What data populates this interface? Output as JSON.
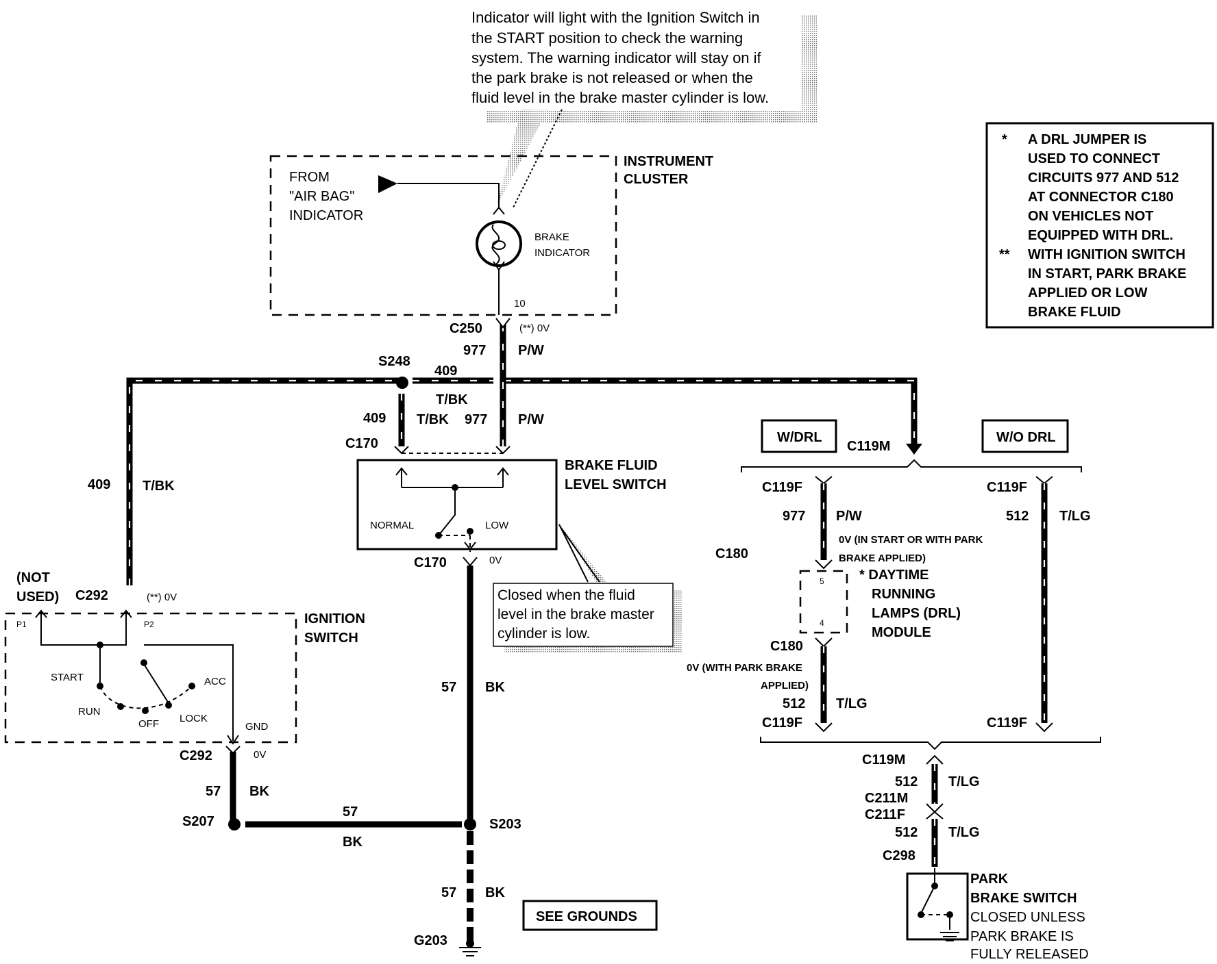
{
  "callouts": {
    "top": [
      "Indicator will light with the Ignition Switch in",
      "the START position to check the warning",
      "system. The warning indicator will stay on if",
      "the park brake is not released or when the",
      "fluid level in the brake master cylinder is low."
    ],
    "fluid": [
      "Closed when the fluid",
      "level in the brake master",
      "cylinder is low."
    ]
  },
  "legend": {
    "star1": "*",
    "note1": [
      "A DRL JUMPER IS",
      "USED TO CONNECT",
      "CIRCUITS 977 AND 512",
      "AT CONNECTOR C180",
      "ON VEHICLES NOT",
      "EQUIPPED WITH DRL."
    ],
    "star2": "**",
    "note2": [
      "WITH IGNITION SWITCH",
      "IN START, PARK BRAKE",
      "APPLIED OR LOW",
      "BRAKE FLUID"
    ]
  },
  "cluster": {
    "title": [
      "INSTRUMENT",
      "CLUSTER"
    ],
    "from": [
      "FROM",
      "\"AIR BAG\"",
      "INDICATOR"
    ],
    "indicator": [
      "BRAKE",
      "INDICATOR"
    ],
    "pin": "10"
  },
  "connectors": {
    "c250": "C250",
    "c250_v": "(**) 0V",
    "c977_top": "977",
    "pw_top": "P/W",
    "s248": "S248",
    "c409_h": "409",
    "tbk_h": "T/BK",
    "c409_v": "409",
    "tbk_v": "T/BK",
    "c977_mid": "977",
    "pw_mid": "P/W",
    "c170_top": "C170",
    "c409_left": "409",
    "tbk_left": "T/BK",
    "not_used": [
      "(NOT",
      "USED)"
    ],
    "c292_top": "C292",
    "c292_v": "(**) 0V",
    "c170_bot": "C170",
    "c170_v": "0V",
    "c57_a": "57",
    "bk_a": "BK",
    "c292_bot": "C292",
    "c292_bot_v": "0V",
    "c57_b": "57",
    "bk_b": "BK",
    "s207": "S207",
    "c57_h": "57",
    "bk_h": "BK",
    "s203": "S203",
    "c57_c": "57",
    "bk_c": "BK",
    "g203": "G203",
    "see_grounds": "SEE GROUNDS"
  },
  "fluid_switch": {
    "title": [
      "BRAKE FLUID",
      "LEVEL SWITCH"
    ],
    "normal": "NORMAL",
    "low": "LOW"
  },
  "ignition": {
    "title": [
      "IGNITION",
      "SWITCH"
    ],
    "p1": "P1",
    "p2": "P2",
    "start": "START",
    "acc": "ACC",
    "run": "RUN",
    "off": "OFF",
    "lock": "LOCK",
    "gnd": "GND"
  },
  "drl": {
    "w_drl": "W/DRL",
    "wo_drl": "W/O DRL",
    "c119m": "C119M",
    "c119f_tl": "C119F",
    "c119f_tr": "C119F",
    "c977": "977",
    "pw": "P/W",
    "c512_r": "512",
    "tlg_r": "T/LG",
    "v_note": [
      "0V (IN START OR WITH PARK",
      "BRAKE APPLIED)"
    ],
    "c180_l": "C180",
    "pin5": "5",
    "pin4": "4",
    "module": [
      "* DAYTIME",
      "RUNNING",
      "LAMPS (DRL)",
      "MODULE"
    ],
    "c180_b": "C180",
    "v_note2": [
      "0V (WITH PARK BRAKE",
      "APPLIED)"
    ],
    "c512_l": "512",
    "tlg_l": "T/LG",
    "c119f_bl": "C119F",
    "c119f_br": "C119F",
    "c119m_b": "C119M",
    "c512_b1": "512",
    "tlg_b1": "T/LG",
    "c211m": "C211M",
    "c211f": "C211F",
    "c512_b2": "512",
    "tlg_b2": "T/LG",
    "c298": "C298"
  },
  "park": {
    "title": [
      "PARK",
      "BRAKE SWITCH"
    ],
    "desc": [
      "CLOSED UNLESS",
      "PARK BRAKE IS",
      "FULLY RELEASED"
    ]
  }
}
